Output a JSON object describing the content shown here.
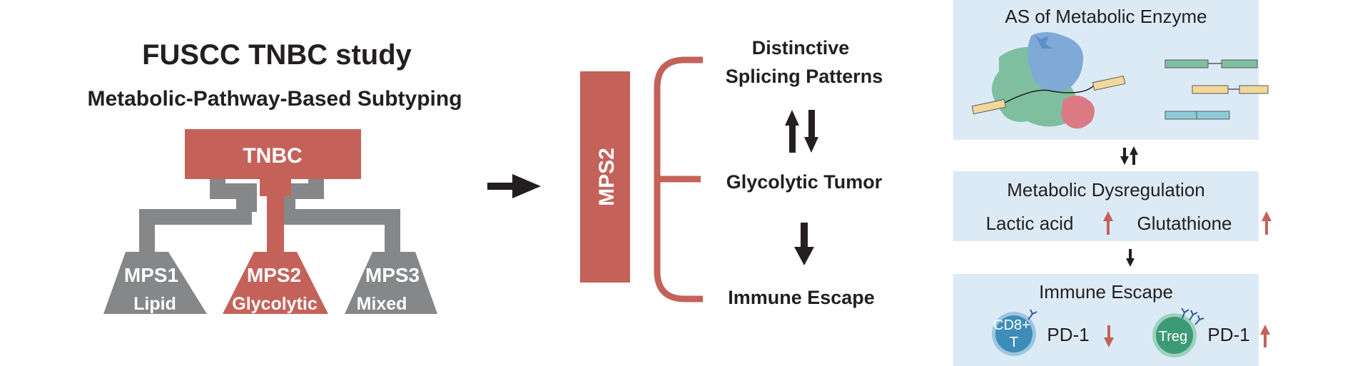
{
  "colors": {
    "red": "#C4625A",
    "gray": "#858788",
    "dark": "#231F20",
    "panel": "#DCEAF6",
    "green": "#7FBFA0",
    "blue_protein": "#7FA9D6",
    "pink": "#DB7A82",
    "yellow": "#F2D79B",
    "teal_bar": "#8DCBD9",
    "cd8_cell": "#3E8DB8",
    "treg_cell": "#3C9A78"
  },
  "left": {
    "title": "FUSCC TNBC study",
    "subtitle": "Metabolic-Pathway-Based Subtyping",
    "root": "TNBC",
    "subtypes": [
      {
        "id": "MPS1",
        "desc": "Lipid"
      },
      {
        "id": "MPS2",
        "desc": "Glycolytic"
      },
      {
        "id": "MPS3",
        "desc": "Mixed"
      }
    ]
  },
  "middle": {
    "box_label": "MPS2",
    "items": [
      {
        "line1": "Distinctive",
        "line2": "Splicing Patterns"
      },
      {
        "line1": "Glycolytic Tumor"
      },
      {
        "line1": "Immune Escape"
      }
    ]
  },
  "right": {
    "panel1": {
      "title": "AS of Metabolic Enzyme"
    },
    "panel2": {
      "title": "Metabolic Dysregulation",
      "item1": "Lactic acid",
      "item2": "Glutathione"
    },
    "panel3": {
      "title": "Immune Escape",
      "cell1_line1": "CD8+",
      "cell1_line2": "T",
      "cell1_marker": "PD-1",
      "cell2": "Treg",
      "cell2_marker": "PD-1"
    }
  }
}
